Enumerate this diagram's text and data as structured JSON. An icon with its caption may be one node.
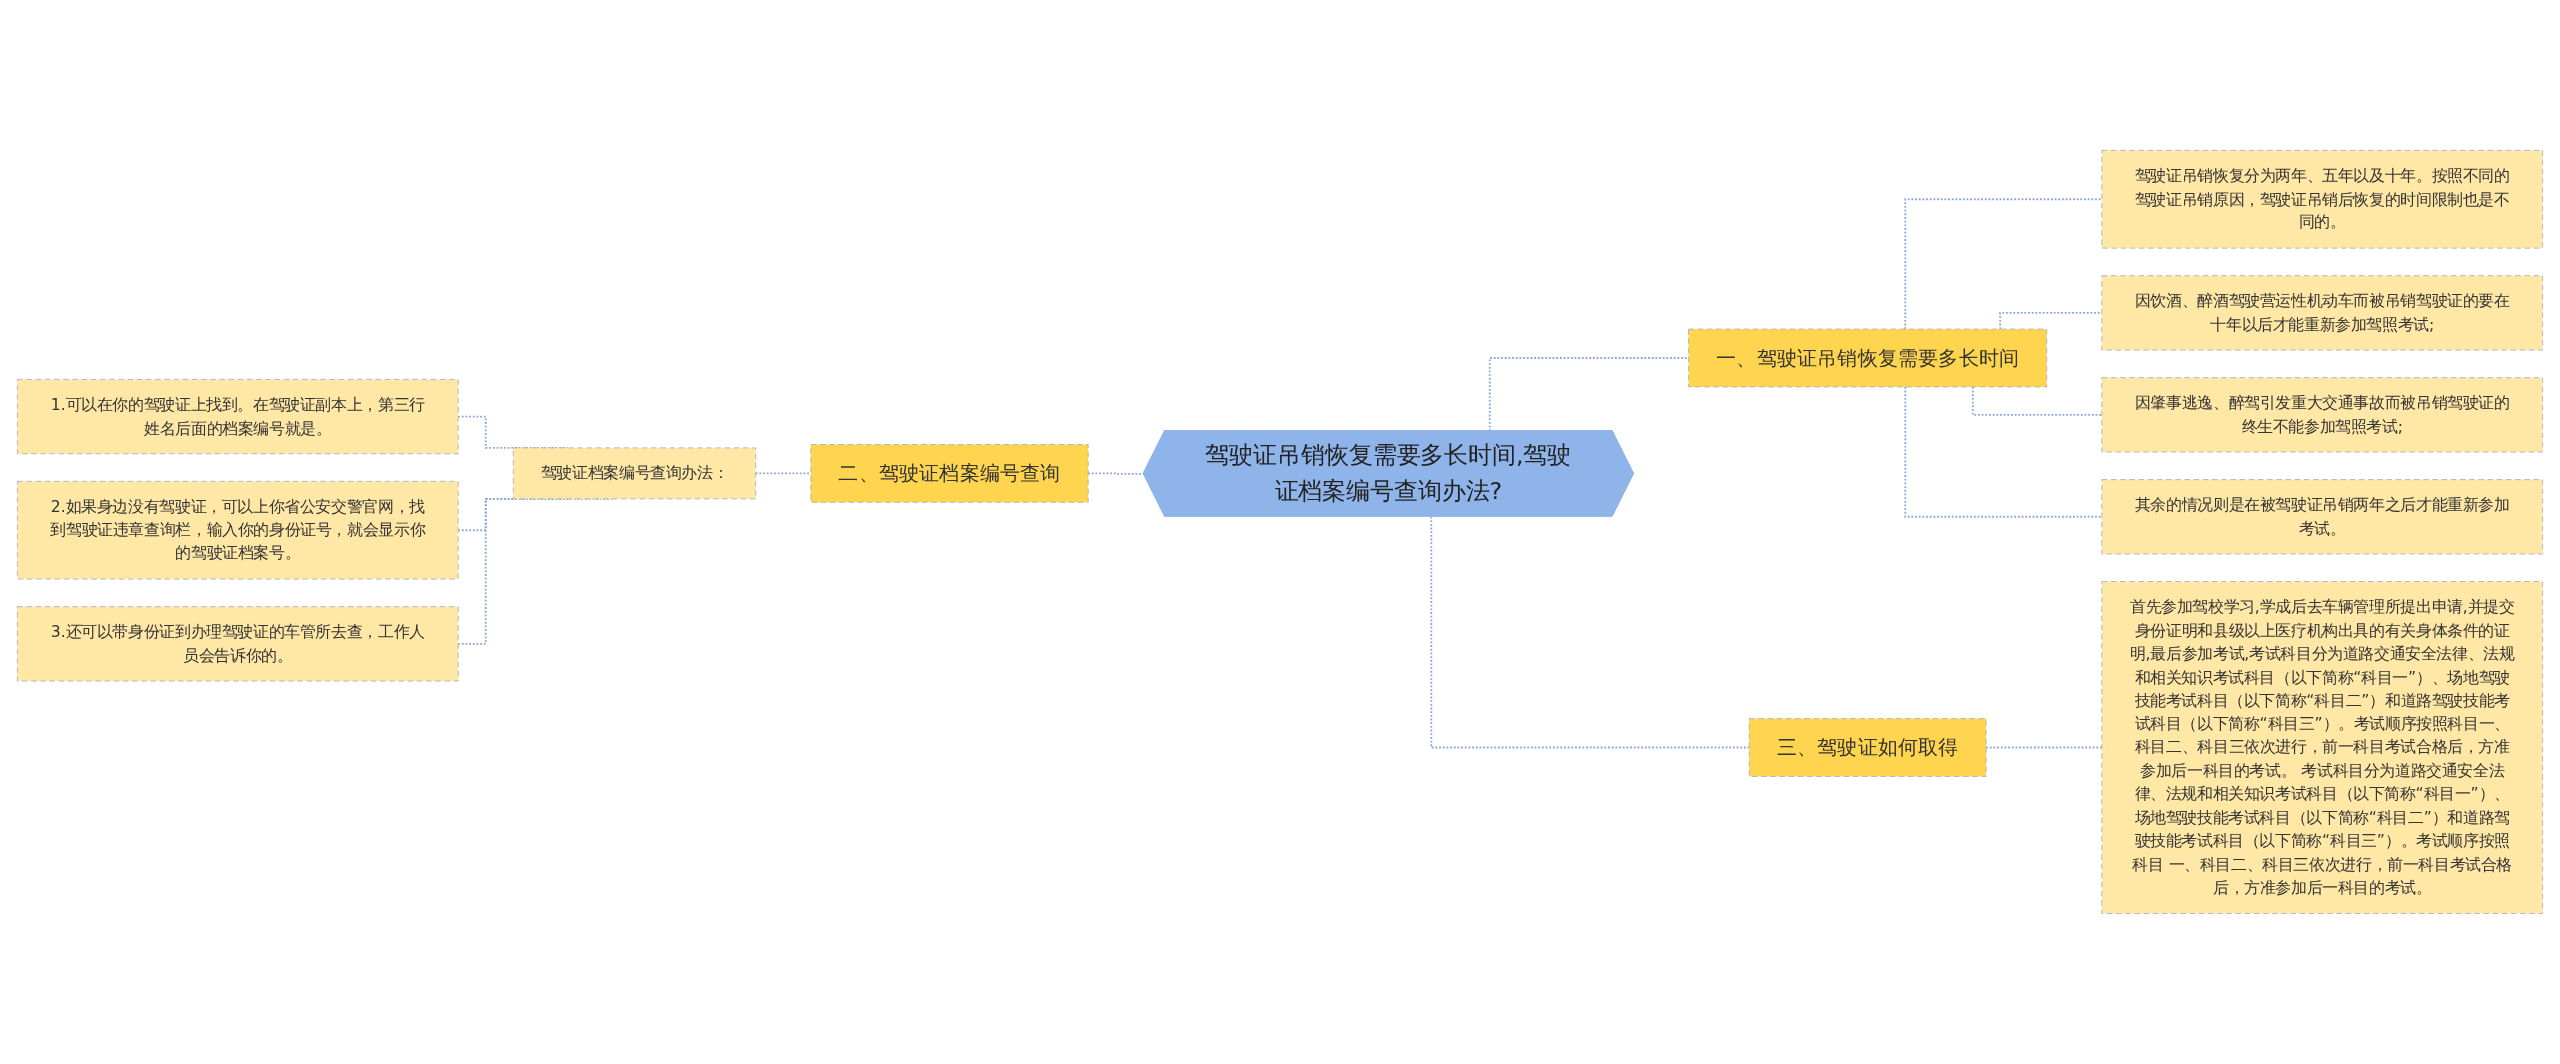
{
  "diagram": {
    "nodes": [
      {
        "text": [
          "驾驶证吊销恢复需要多长时间,驾驶证档案编号查询办法?"
        ]
      },
      {
        "text": [
          "一、驾驶证吊销恢复需要多长时间"
        ]
      },
      {
        "text": [
          "驾驶证吊销恢复分为两年、五年以及十年。按照不同的驾驶证吊销原因，驾驶证吊销后恢复的时间限制也是不同的。"
        ]
      },
      {
        "text": [
          "因饮酒、醉酒驾驶营运性机动车而被吊销驾驶证的要在十年以后才能重新参加驾照考试;"
        ]
      },
      {
        "text": [
          "因肇事逃逸、醉驾引发重大交通事故而被吊销驾驶证的终生不能参加驾照考试;"
        ]
      },
      {
        "text": [
          "其余的情况则是在被驾驶证吊销两年之后才能重新参加考试。"
        ]
      },
      {
        "text": [
          "二、驾驶证档案编号查询"
        ]
      },
      {
        "text": [
          "驾驶证档案编号查询办法："
        ]
      },
      {
        "text": [
          "1.可以在你的驾驶证上找到。在驾驶证副本上，第三行姓名后面的档案编号就是。"
        ]
      },
      {
        "text": [
          "2.如果身边没有驾驶证，可以上你省公安交警官网，找到驾驶证违章查询栏，输入你的身份证号，就会显示你的驾驶证档案号。"
        ]
      },
      {
        "text": [
          "3.还可以带身份证到办理驾驶证的车管所去查，工作人员会告诉你的。"
        ]
      },
      {
        "text": [
          "三、驾驶证如何取得"
        ]
      },
      {
        "text": [
          "首先参加驾校学习,学成后去车辆管理所提出申请,并提交身份证明和县级以上医疗机构出具的有关身体条件的证明,最后参加考试,考试科目分为道路交通安全法律、法规和相关知识考试科目（以下简称“科目一”）、场地驾驶技能考试科目（以下简称“科目二”）和道路驾驶技能考试科目（以下简称“科目三”）。考试顺序按照科目一、科目二、科目三依次进行，前一科目考试合格后，方准参加后一科目的考试。 考试科目分为道路交通安全法律、法规和相关知识考试科目（以下简称“科目一”）、场地驾驶技能考试科目（以下简称“科目二”）和道路驾驶技能考试科目（以下简称“科目三”）。考试顺序按照科目 一、科目二、科目三依次进行，前一科目考试合格后，方准参加后一科目的考试。"
        ]
      }
    ],
    "edges": [
      {
        "from": 0,
        "to": 1,
        "arrow": "none",
        "style": "dashed"
      },
      {
        "from": 1,
        "to": 2,
        "arrow": "none",
        "style": "dashed"
      },
      {
        "from": 1,
        "to": 3,
        "arrow": "none",
        "style": "dashed"
      },
      {
        "from": 1,
        "to": 4,
        "arrow": "none",
        "style": "dashed"
      },
      {
        "from": 1,
        "to": 5,
        "arrow": "none",
        "style": "dashed"
      },
      {
        "from": 0,
        "to": 6,
        "arrow": "none",
        "style": "dashed"
      },
      {
        "from": 6,
        "to": 7,
        "arrow": "none",
        "style": "dashed"
      },
      {
        "from": 7,
        "to": 8,
        "arrow": "none",
        "style": "dashed"
      },
      {
        "from": 7,
        "to": 9,
        "arrow": "none",
        "style": "dashed"
      },
      {
        "from": 7,
        "to": 10,
        "arrow": "none",
        "style": "dashed"
      },
      {
        "from": 0,
        "to": 11,
        "arrow": "none",
        "style": "dashed"
      },
      {
        "from": 11,
        "to": 12,
        "arrow": "none",
        "style": "dashed"
      }
    ]
  }
}
